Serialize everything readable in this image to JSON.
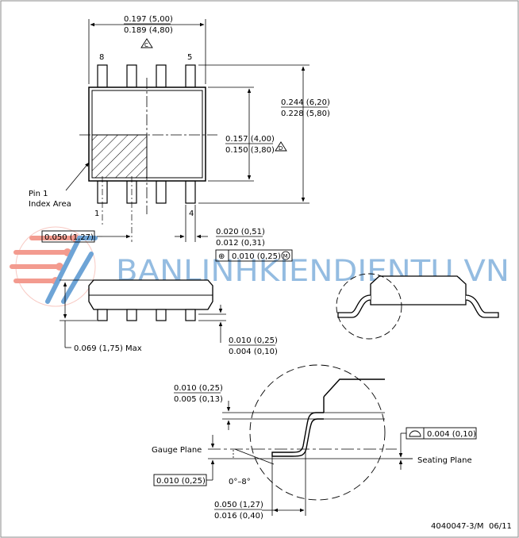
{
  "watermark": {
    "text": "BANLINHKIENDIENTU.VN"
  },
  "top_view": {
    "width_dim": {
      "max": "0.197 (5,00)",
      "min": "0.189 (4,80)",
      "note": "C"
    },
    "body_dim": {
      "max": "0.157 (4,00)",
      "min": "0.150 (3,80)",
      "note": "D"
    },
    "overall_dim": {
      "max": "0.244 (6,20)",
      "min": "0.228 (5,80)"
    },
    "pin_labels": {
      "p8": "8",
      "p5": "5",
      "p1": "1",
      "p4": "4"
    },
    "pin1_label": {
      "line1": "Pin 1",
      "line2": "Index Area"
    },
    "pitch_dim": "0.050 (1,27)",
    "lead_width_dim": {
      "max": "0.020 (0,51)",
      "min": "0.012 (0,31)"
    },
    "position_tol": {
      "symbol": "⊕",
      "value": "0.010 (0,25)",
      "modifier": "M"
    }
  },
  "side_view": {
    "height_dim": "0.069 (1,75) Max",
    "standoff_dim": {
      "max": "0.010 (0,25)",
      "min": "0.004 (0,10)"
    }
  },
  "detail_view": {
    "lead_thickness_dim": {
      "max": "0.010 (0,25)",
      "min": "0.005 (0,13)"
    },
    "gauge_plane_label": "Gauge Plane",
    "gauge_dim": "0.010 (0,25)",
    "angle_label": "0°–8°",
    "coplanarity": {
      "symbol": "⌓",
      "value": "0.004 (0,10)"
    },
    "seating_plane_label": "Seating Plane",
    "foot_length_dim": {
      "max": "0.050 (1,27)",
      "min": "0.016 (0,40)"
    }
  },
  "footer": {
    "drawing_id": "4040047-3/M",
    "date": "06/11"
  }
}
